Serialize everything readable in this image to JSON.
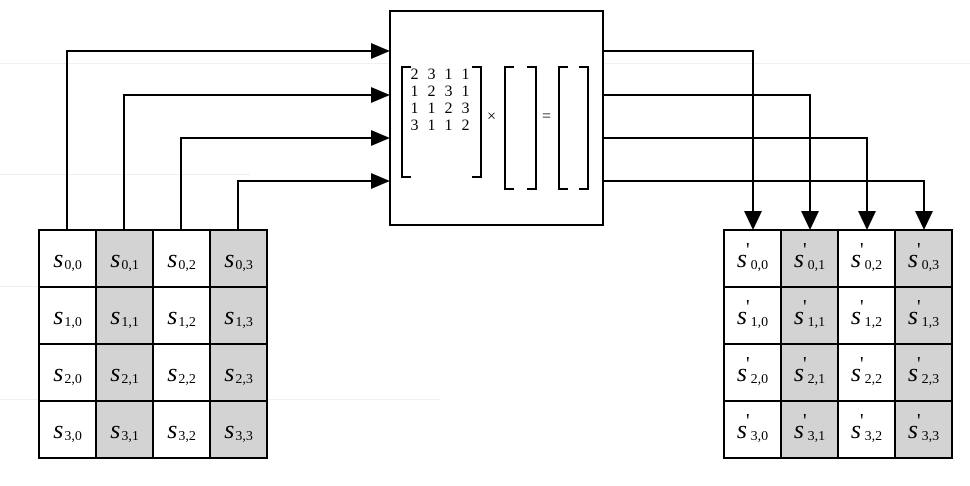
{
  "state_matrix": {
    "symbol": "s",
    "cells": [
      [
        "0,0",
        "0,1",
        "0,2",
        "0,3"
      ],
      [
        "1,0",
        "1,1",
        "1,2",
        "1,3"
      ],
      [
        "2,0",
        "2,1",
        "2,2",
        "2,3"
      ],
      [
        "3,0",
        "3,1",
        "3,2",
        "3,3"
      ]
    ],
    "shaded_columns": [
      1,
      3
    ]
  },
  "output_matrix": {
    "symbol": "s",
    "prime": "'",
    "cells": [
      [
        "0,0",
        "0,1",
        "0,2",
        "0,3"
      ],
      [
        "1,0",
        "1,1",
        "1,2",
        "1,3"
      ],
      [
        "2,0",
        "2,1",
        "2,2",
        "2,3"
      ],
      [
        "3,0",
        "3,1",
        "3,2",
        "3,3"
      ]
    ]
  },
  "mix_columns_matrix": [
    [
      "2",
      "3",
      "1",
      "1"
    ],
    [
      "1",
      "2",
      "3",
      "1"
    ],
    [
      "1",
      "1",
      "2",
      "3"
    ],
    [
      "3",
      "1",
      "1",
      "2"
    ]
  ],
  "operators": {
    "times": "×",
    "equals": "="
  },
  "colors": {
    "shaded_cell": "#d3d3d3",
    "line": "#000000",
    "background": "#ffffff"
  }
}
